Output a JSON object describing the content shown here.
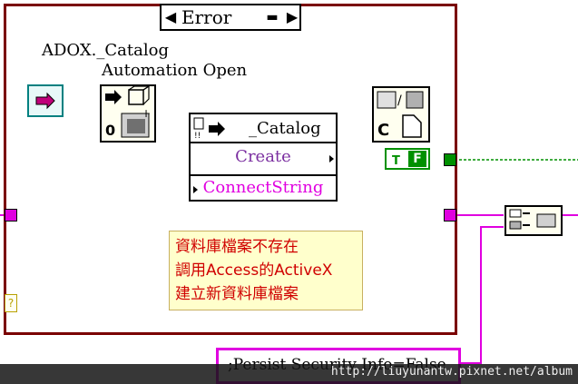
{
  "case_structure": {
    "selector_label": "Error",
    "decrement_symbol": "◀",
    "increment_symbol": "▶",
    "dropdown_symbol": "▬"
  },
  "automation_open": {
    "class_label": "ADOX._Catalog",
    "function_label": "Automation Open"
  },
  "property_node": {
    "class_label": "_Catalog",
    "method": "Create",
    "property": "ConnectString"
  },
  "error_constant": {
    "text": "F"
  },
  "comment": {
    "lines": [
      "資料庫檔案不存在",
      "調用Access的ActiveX",
      "建立新資料庫檔案"
    ]
  },
  "string_constant": {
    "text": ";Persist Security Info=False"
  },
  "watermark": {
    "text": "http://liuyunantw.pixnet.net/album"
  },
  "colors": {
    "case_frame": "#7a0000",
    "refnum_wire": "#008080",
    "string_wire": "#e000e0",
    "error_wire": "#b8a000",
    "boolean_wire": "#009000",
    "comment_text": "#d00000",
    "method_text": "#7b2fa0"
  },
  "icons": [
    "refnum-constant-icon",
    "automation-open-icon",
    "close-reference-icon",
    "search-split-string-icon",
    "unbundle-icon",
    "error-boolean-icon"
  ]
}
